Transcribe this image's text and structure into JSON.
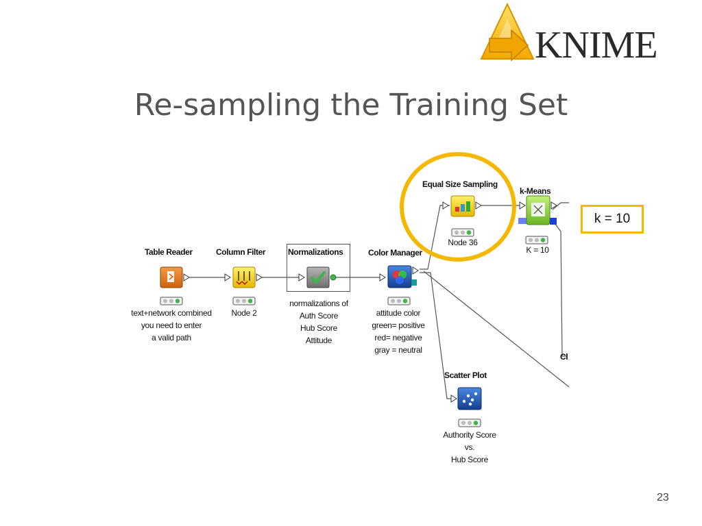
{
  "brand": {
    "logo_text": "KNIME"
  },
  "slide": {
    "title": "Re-sampling the Training Set",
    "page_number": "23"
  },
  "annotation": {
    "k_box": "k = 10"
  },
  "nodes": [
    {
      "id": "table-reader",
      "label": "Table Reader",
      "caption": [
        "text+network combined",
        "you need to enter",
        "a valid path"
      ]
    },
    {
      "id": "column-filter",
      "label": "Column Filter",
      "caption": [
        "Node 2"
      ]
    },
    {
      "id": "normalizations",
      "label": "Normalizations",
      "caption": [
        "normalizations of",
        "Auth Score",
        "Hub Score",
        "Attitude"
      ]
    },
    {
      "id": "color-manager",
      "label": "Color Manager",
      "caption": [
        "attitude color",
        "green= positive",
        "red= negative",
        "gray = neutral"
      ]
    },
    {
      "id": "equal-size-sampling",
      "label": "Equal Size Sampling",
      "caption": [
        "Node 36"
      ]
    },
    {
      "id": "k-means",
      "label": "k-Means",
      "caption": [
        "K = 10"
      ]
    },
    {
      "id": "scatter-plot",
      "label": "Scatter Plot",
      "caption": [
        "Authority Score",
        "vs.",
        "Hub Score"
      ]
    },
    {
      "id": "cut-off",
      "label": "Cl",
      "caption": []
    }
  ],
  "colors": {
    "highlight_ring": "#f5b800",
    "table_reader": "#e07a1f",
    "column_filter": "#f3d21a",
    "normalizations": "#8a8a8a",
    "color_manager": "#2255b0",
    "sampling": "#f3d21a",
    "kmeans": "#8ed23a",
    "scatter": "#1f5fb5",
    "status_green": "#3cb64a"
  }
}
